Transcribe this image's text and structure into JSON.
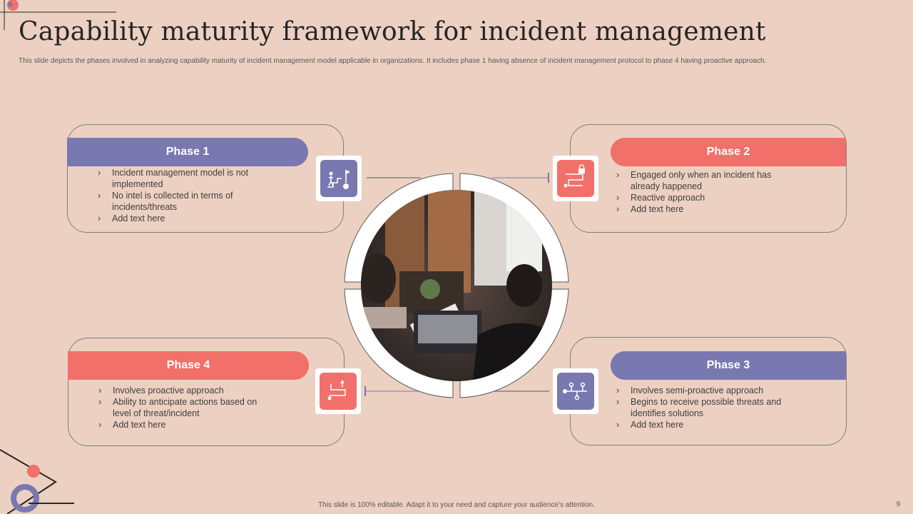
{
  "slide": {
    "title": "Capability maturity framework for incident management",
    "subtitle": "This slide depicts the phases involved in analyzing capability maturity of incident management  model applicable in organizations. It includes phase 1 having absence of incident management protocol to phase 4 having proactive approach.",
    "footer": "This slide is 100% editable.  Adapt it to your need and capture your audience’s attention.",
    "page_number": "9"
  },
  "colors": {
    "background": "#ecd0c1",
    "purple": "#7a78b0",
    "coral": "#f1706a"
  },
  "phases": {
    "phase1": {
      "label": "Phase 1",
      "icon": "stairs-goal-icon",
      "bullets": [
        "Incident management model is not implemented",
        "No intel is collected in terms of incidents/threats",
        "Add text here"
      ]
    },
    "phase2": {
      "label": "Phase 2",
      "icon": "lock-path-icon",
      "bullets": [
        "Engaged only when an incident has already happened",
        "Reactive approach",
        "Add text here"
      ]
    },
    "phase3": {
      "label": "Phase 3",
      "icon": "network-nodes-icon",
      "bullets": [
        "Involves  semi-proactive  approach",
        "Begins to receive possible threats and identifies solutions",
        "Add text here"
      ]
    },
    "phase4": {
      "label": "Phase 4",
      "icon": "path-arrow-icon",
      "bullets": [
        "Involves  proactive  approach",
        "Ability to anticipate actions based on level of threat/incident",
        "Add text here"
      ]
    }
  }
}
